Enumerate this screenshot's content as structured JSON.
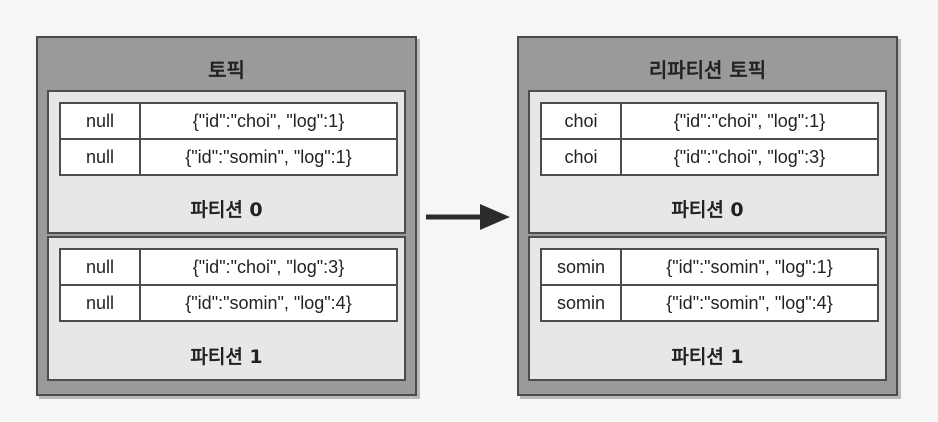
{
  "source_topic": {
    "title": "토픽",
    "partitions": [
      {
        "label": "파티션 0",
        "records": [
          {
            "key": "null",
            "value": "{\"id\":\"choi\", \"log\":1}"
          },
          {
            "key": "null",
            "value": "{\"id\":\"somin\", \"log\":1}"
          }
        ]
      },
      {
        "label": "파티션 1",
        "records": [
          {
            "key": "null",
            "value": "{\"id\":\"choi\", \"log\":3}"
          },
          {
            "key": "null",
            "value": "{\"id\":\"somin\", \"log\":4}"
          }
        ]
      }
    ]
  },
  "target_topic": {
    "title": "리파티션 토픽",
    "partitions": [
      {
        "label": "파티션 0",
        "records": [
          {
            "key": "choi",
            "value": "{\"id\":\"choi\", \"log\":1}"
          },
          {
            "key": "choi",
            "value": "{\"id\":\"choi\", \"log\":3}"
          }
        ]
      },
      {
        "label": "파티션 1",
        "records": [
          {
            "key": "somin",
            "value": "{\"id\":\"somin\", \"log\":1}"
          },
          {
            "key": "somin",
            "value": "{\"id\":\"somin\", \"log\":4}"
          }
        ]
      }
    ]
  }
}
